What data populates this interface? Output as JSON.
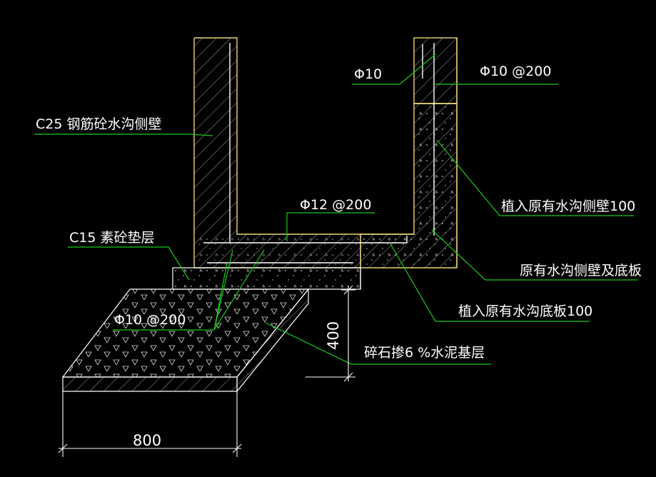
{
  "labels": {
    "side_wall": "C25 钢筋砼水沟侧壁",
    "bar_phi10": "Φ10",
    "bar_phi10_200_right": "Φ10 @200",
    "bar_phi12_200": "Φ12 @200",
    "embed_side": "植入原有水沟侧壁100",
    "cushion": "C15 素砼垫层",
    "existing_wall_base": "原有水沟侧壁及底板",
    "embed_base": "植入原有水沟底板100",
    "bar_phi10_200_left": "Φ10 @200",
    "gravel_base": "碎石掺6 %水泥基层"
  },
  "dimensions": {
    "depth": "400",
    "width": "800"
  },
  "colors": {
    "background": "#000000",
    "leader": "#19c819",
    "outline": "#e8d27a",
    "text": "#ffffff"
  }
}
